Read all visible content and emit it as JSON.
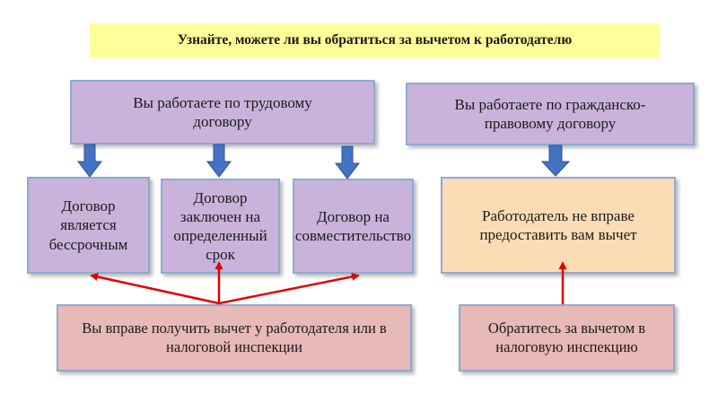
{
  "title": "Узнайте, можете ли вы обратиться за вычетом к работодателю",
  "left_header": "Вы работаете по трудовому договору",
  "right_header": "Вы работаете по гражданско-правовому договору",
  "contracts": {
    "unlimited": "Договор является бессрочным",
    "fixed_term": "Договор заключен на определенный срок",
    "part_time": "Договор на совместительство"
  },
  "employer_cannot": "Работодатель не вправе предоставить вам вычет",
  "left_result": "Вы вправе получить вычет у работодателя или в налоговой инспекции",
  "right_result": "Обратитесь за вычетом в налоговую инспекцию",
  "colors": {
    "title_bg": "#ffff99",
    "header_bg": "#c9b3db",
    "option_bg": "#fcdcb5",
    "result_bg": "#e8b9b9",
    "border": "#8eaad1",
    "blue_arrow": "#4472c4",
    "red_arrow": "#e00000"
  }
}
